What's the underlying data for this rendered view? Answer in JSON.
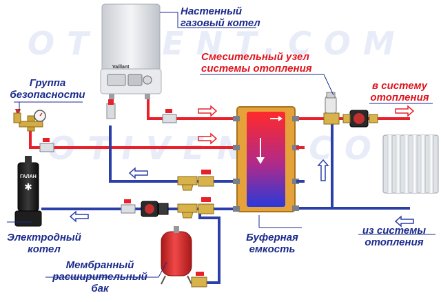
{
  "watermark": {
    "text": "OTIVENT.COM"
  },
  "labels": {
    "gas_boiler": [
      "Настенный",
      "газовый котел"
    ],
    "safety_group": [
      "Группа",
      "безопасности"
    ],
    "mixing_unit": [
      "Смесительный узел",
      "системы отопления"
    ],
    "to_heating": [
      "в систему",
      "отопления"
    ],
    "electrode_boiler": [
      "Электродный",
      "котел"
    ],
    "buffer_tank": [
      "Буферная",
      "емкость"
    ],
    "from_heating": [
      "из системы",
      "отопления"
    ],
    "expansion_tank": [
      "Мембранный",
      "расширительный",
      "бак"
    ]
  },
  "device_text": {
    "gas_boiler_brand": "Vaillant",
    "electrode_boiler_brand": "ГАЛАН"
  },
  "colors": {
    "supply": "#e8202a",
    "return": "#2b3fa8",
    "label_blue": "#1a2a8c",
    "label_red": "#e0141e",
    "tank_body": "#e6a23a",
    "expansion_tank": "#d42a2a"
  }
}
